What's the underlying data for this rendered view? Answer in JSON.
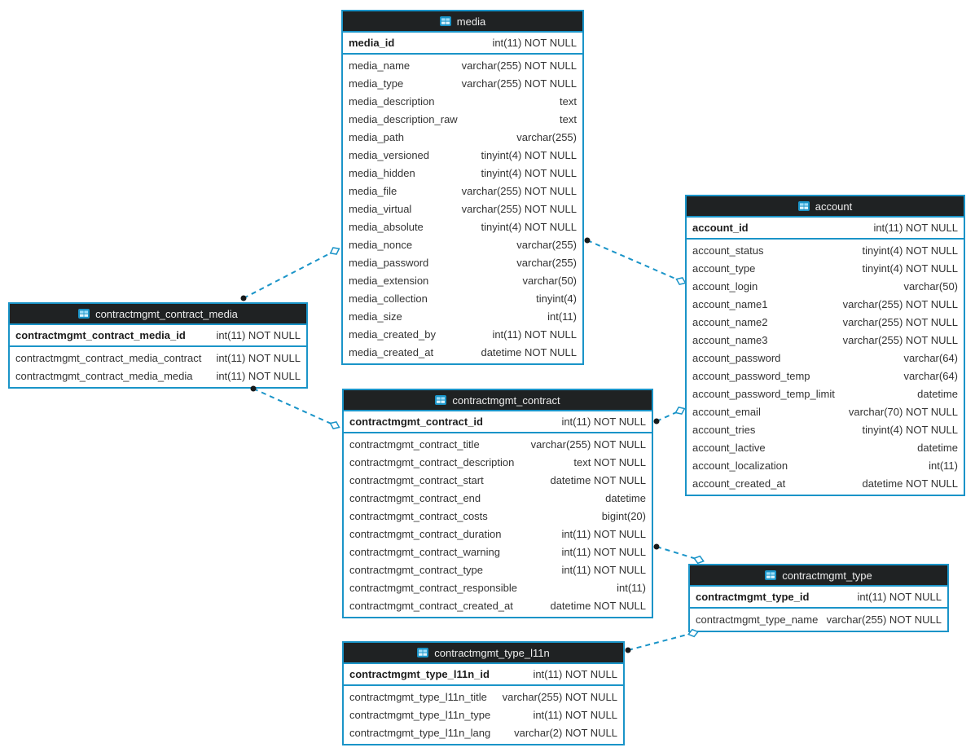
{
  "diagram": {
    "colors": {
      "table_border": "#1a94c8",
      "header_background": "#1f2223",
      "header_text": "#eeeeee",
      "row_text": "#333333",
      "connection_line": "#1a94c8",
      "connection_dot": "#17191a",
      "connection_diamond_fill": "#ffffff"
    },
    "tables": [
      {
        "id": "media",
        "title": "media",
        "icon": "table-icon",
        "primary_key": {
          "name": "media_id",
          "type": "int(11) NOT NULL"
        },
        "fields": [
          {
            "name": "media_name",
            "type": "varchar(255) NOT NULL"
          },
          {
            "name": "media_type",
            "type": "varchar(255) NOT NULL"
          },
          {
            "name": "media_description",
            "type": "text"
          },
          {
            "name": "media_description_raw",
            "type": "text"
          },
          {
            "name": "media_path",
            "type": "varchar(255)"
          },
          {
            "name": "media_versioned",
            "type": "tinyint(4) NOT NULL"
          },
          {
            "name": "media_hidden",
            "type": "tinyint(4) NOT NULL"
          },
          {
            "name": "media_file",
            "type": "varchar(255) NOT NULL"
          },
          {
            "name": "media_virtual",
            "type": "varchar(255) NOT NULL"
          },
          {
            "name": "media_absolute",
            "type": "tinyint(4) NOT NULL"
          },
          {
            "name": "media_nonce",
            "type": "varchar(255)"
          },
          {
            "name": "media_password",
            "type": "varchar(255)"
          },
          {
            "name": "media_extension",
            "type": "varchar(50)"
          },
          {
            "name": "media_collection",
            "type": "tinyint(4)"
          },
          {
            "name": "media_size",
            "type": "int(11)"
          },
          {
            "name": "media_created_by",
            "type": "int(11) NOT NULL"
          },
          {
            "name": "media_created_at",
            "type": "datetime NOT NULL"
          }
        ]
      },
      {
        "id": "account",
        "title": "account",
        "icon": "table-icon",
        "primary_key": {
          "name": "account_id",
          "type": "int(11) NOT NULL"
        },
        "fields": [
          {
            "name": "account_status",
            "type": "tinyint(4) NOT NULL"
          },
          {
            "name": "account_type",
            "type": "tinyint(4) NOT NULL"
          },
          {
            "name": "account_login",
            "type": "varchar(50)"
          },
          {
            "name": "account_name1",
            "type": "varchar(255) NOT NULL"
          },
          {
            "name": "account_name2",
            "type": "varchar(255) NOT NULL"
          },
          {
            "name": "account_name3",
            "type": "varchar(255) NOT NULL"
          },
          {
            "name": "account_password",
            "type": "varchar(64)"
          },
          {
            "name": "account_password_temp",
            "type": "varchar(64)"
          },
          {
            "name": "account_password_temp_limit",
            "type": "datetime"
          },
          {
            "name": "account_email",
            "type": "varchar(70) NOT NULL"
          },
          {
            "name": "account_tries",
            "type": "tinyint(4) NOT NULL"
          },
          {
            "name": "account_lactive",
            "type": "datetime"
          },
          {
            "name": "account_localization",
            "type": "int(11)"
          },
          {
            "name": "account_created_at",
            "type": "datetime NOT NULL"
          }
        ]
      },
      {
        "id": "contractmgmt_contract_media",
        "title": "contractmgmt_contract_media",
        "icon": "table-icon",
        "primary_key": {
          "name": "contractmgmt_contract_media_id",
          "type": "int(11) NOT NULL"
        },
        "fields": [
          {
            "name": "contractmgmt_contract_media_contract",
            "type": "int(11) NOT NULL"
          },
          {
            "name": "contractmgmt_contract_media_media",
            "type": "int(11) NOT NULL"
          }
        ]
      },
      {
        "id": "contractmgmt_contract",
        "title": "contractmgmt_contract",
        "icon": "table-icon",
        "primary_key": {
          "name": "contractmgmt_contract_id",
          "type": "int(11) NOT NULL"
        },
        "fields": [
          {
            "name": "contractmgmt_contract_title",
            "type": "varchar(255) NOT NULL"
          },
          {
            "name": "contractmgmt_contract_description",
            "type": "text NOT NULL"
          },
          {
            "name": "contractmgmt_contract_start",
            "type": "datetime NOT NULL"
          },
          {
            "name": "contractmgmt_contract_end",
            "type": "datetime"
          },
          {
            "name": "contractmgmt_contract_costs",
            "type": "bigint(20)"
          },
          {
            "name": "contractmgmt_contract_duration",
            "type": "int(11) NOT NULL"
          },
          {
            "name": "contractmgmt_contract_warning",
            "type": "int(11) NOT NULL"
          },
          {
            "name": "contractmgmt_contract_type",
            "type": "int(11) NOT NULL"
          },
          {
            "name": "contractmgmt_contract_responsible",
            "type": "int(11)"
          },
          {
            "name": "contractmgmt_contract_created_at",
            "type": "datetime NOT NULL"
          }
        ]
      },
      {
        "id": "contractmgmt_type",
        "title": "contractmgmt_type",
        "icon": "table-icon",
        "primary_key": {
          "name": "contractmgmt_type_id",
          "type": "int(11) NOT NULL"
        },
        "fields": [
          {
            "name": "contractmgmt_type_name",
            "type": "varchar(255) NOT NULL"
          }
        ]
      },
      {
        "id": "contractmgmt_type_l11n",
        "title": "contractmgmt_type_l11n",
        "icon": "table-icon",
        "primary_key": {
          "name": "contractmgmt_type_l11n_id",
          "type": "int(11) NOT NULL"
        },
        "fields": [
          {
            "name": "contractmgmt_type_l11n_title",
            "type": "varchar(255) NOT NULL"
          },
          {
            "name": "contractmgmt_type_l11n_type",
            "type": "int(11) NOT NULL"
          },
          {
            "name": "contractmgmt_type_l11n_lang",
            "type": "varchar(2) NOT NULL"
          }
        ]
      }
    ],
    "connections": [
      {
        "from": "contractmgmt_contract_media",
        "to": "media"
      },
      {
        "from": "media",
        "to": "account"
      },
      {
        "from": "contractmgmt_contract_media",
        "to": "contractmgmt_contract"
      },
      {
        "from": "contractmgmt_contract",
        "to": "account"
      },
      {
        "from": "contractmgmt_contract",
        "to": "contractmgmt_type"
      },
      {
        "from": "contractmgmt_type_l11n",
        "to": "contractmgmt_type"
      }
    ]
  }
}
